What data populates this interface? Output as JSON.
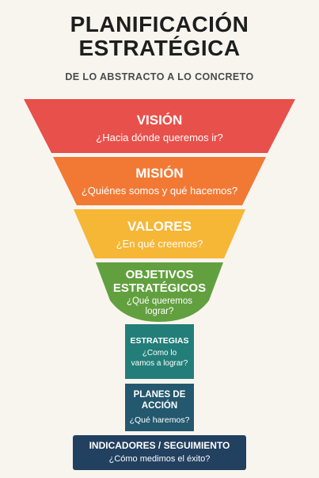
{
  "header": {
    "title_line1": "PLANIFICACIÓN",
    "title_line2": "ESTRATÉGICA",
    "subtitle": "DE LO ABSTRACTO A LO CONCRETO"
  },
  "levels": [
    {
      "title": "VISIÓN",
      "subtitle": "¿Hacia dónde queremos ir?",
      "color": "#e8504b"
    },
    {
      "title": "MISIÓN",
      "subtitle": "¿Quiénes somos y qué hacemos?",
      "color": "#f27934"
    },
    {
      "title": "VALORES",
      "subtitle": "¿En qué creemos?",
      "color": "#f6b636"
    },
    {
      "title_line1": "OBJETIVOS",
      "title_line2": "ESTRATÉGICOS",
      "subtitle_line1": "¿Qué queremos",
      "subtitle_line2": "lograr?",
      "color": "#62a03f"
    },
    {
      "title": "ESTRATEGIAS",
      "subtitle_line1": "¿Como lo",
      "subtitle_line2": "vamos a lograr?",
      "color": "#237e79"
    },
    {
      "title_line1": "PLANES DE",
      "title_line2": "ACCIÓN",
      "subtitle": "¿Qué haremos?",
      "color": "#23586e"
    },
    {
      "title": "INDICADORES / SEGUIMIENTO",
      "subtitle": "¿Cómo medimos el éxito?",
      "color": "#22405f"
    }
  ]
}
